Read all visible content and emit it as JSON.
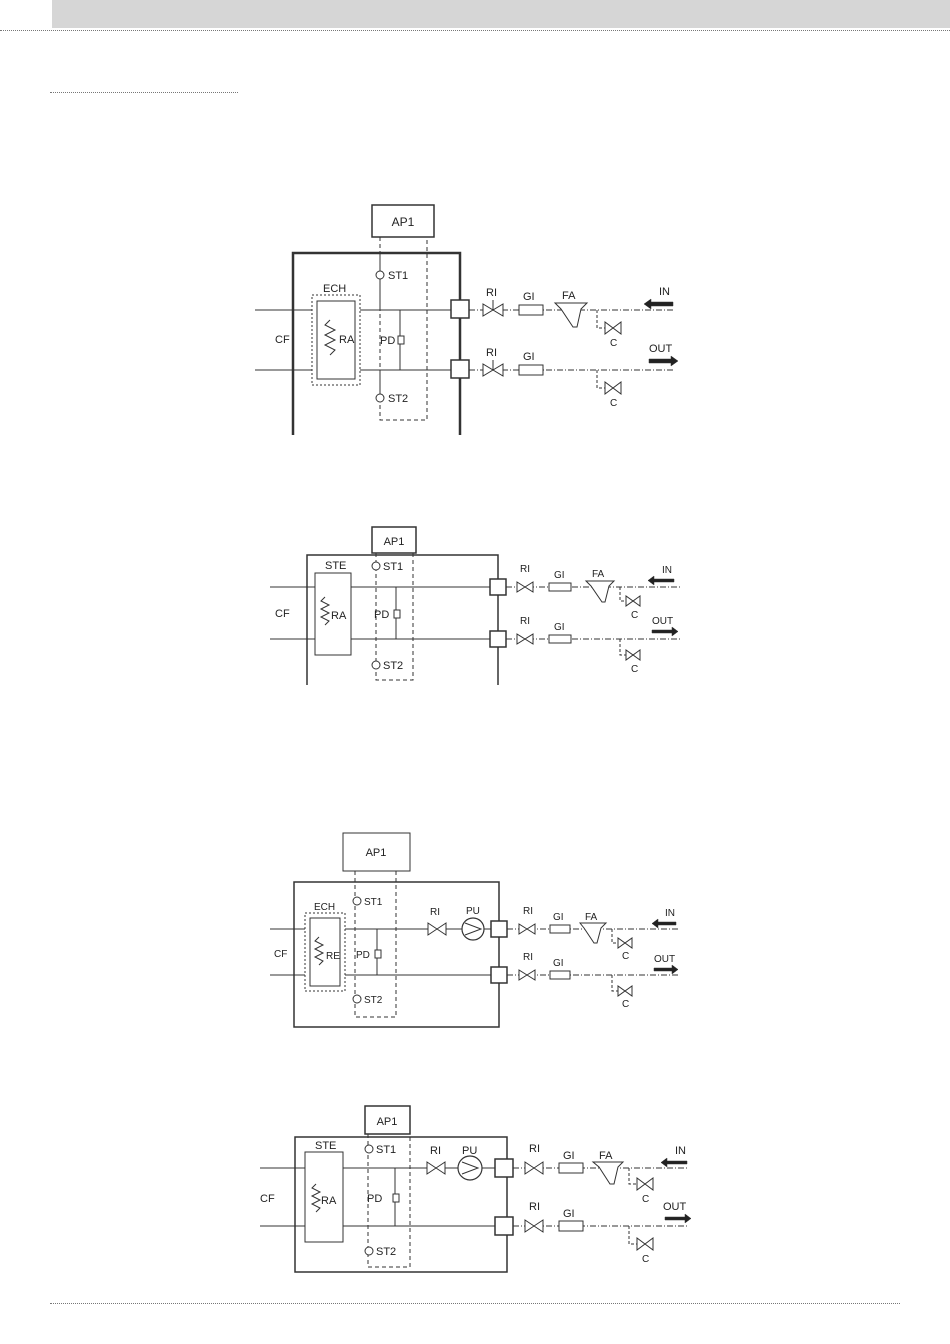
{
  "diagrams": [
    {
      "id": "d1",
      "box_label": "AP1",
      "exchanger_label": "ECH",
      "element_label": "RA",
      "circuit_label": "CF",
      "sensor_top": "ST1",
      "sensor_bottom": "ST2",
      "pressure_label": "PD",
      "valve_top": "RI",
      "valve_bottom": "RI",
      "joint_top": "GI",
      "joint_bottom": "GI",
      "filter_label": "FA",
      "check_top": "C",
      "check_bottom": "C",
      "in_label": "IN",
      "out_label": "OUT",
      "has_pump": false
    },
    {
      "id": "d2",
      "box_label": "AP1",
      "exchanger_label": "STE",
      "element_label": "RA",
      "circuit_label": "CF",
      "sensor_top": "ST1",
      "sensor_bottom": "ST2",
      "pressure_label": "PD",
      "valve_top": "RI",
      "valve_bottom": "RI",
      "joint_top": "GI",
      "joint_bottom": "GI",
      "filter_label": "FA",
      "check_top": "C",
      "check_bottom": "C",
      "in_label": "IN",
      "out_label": "OUT",
      "has_pump": false
    },
    {
      "id": "d3",
      "box_label": "AP1",
      "exchanger_label": "ECH",
      "element_label": "RE",
      "circuit_label": "CF",
      "sensor_top": "ST1",
      "sensor_bottom": "ST2",
      "pressure_label": "PD",
      "pump_valve": "RI",
      "pump_label": "PU",
      "valve_top": "RI",
      "valve_bottom": "RI",
      "joint_top": "GI",
      "joint_bottom": "GI",
      "filter_label": "FA",
      "check_top": "C",
      "check_bottom": "C",
      "in_label": "IN",
      "out_label": "OUT",
      "has_pump": true
    },
    {
      "id": "d4",
      "box_label": "AP1",
      "exchanger_label": "STE",
      "element_label": "RA",
      "circuit_label": "CF",
      "sensor_top": "ST1",
      "sensor_bottom": "ST2",
      "pressure_label": "PD",
      "pump_valve": "RI",
      "pump_label": "PU",
      "valve_top": "RI",
      "valve_bottom": "RI",
      "joint_top": "GI",
      "joint_bottom": "GI",
      "filter_label": "FA",
      "check_top": "C",
      "check_bottom": "C",
      "in_label": "IN",
      "out_label": "OUT",
      "has_pump": true
    }
  ]
}
